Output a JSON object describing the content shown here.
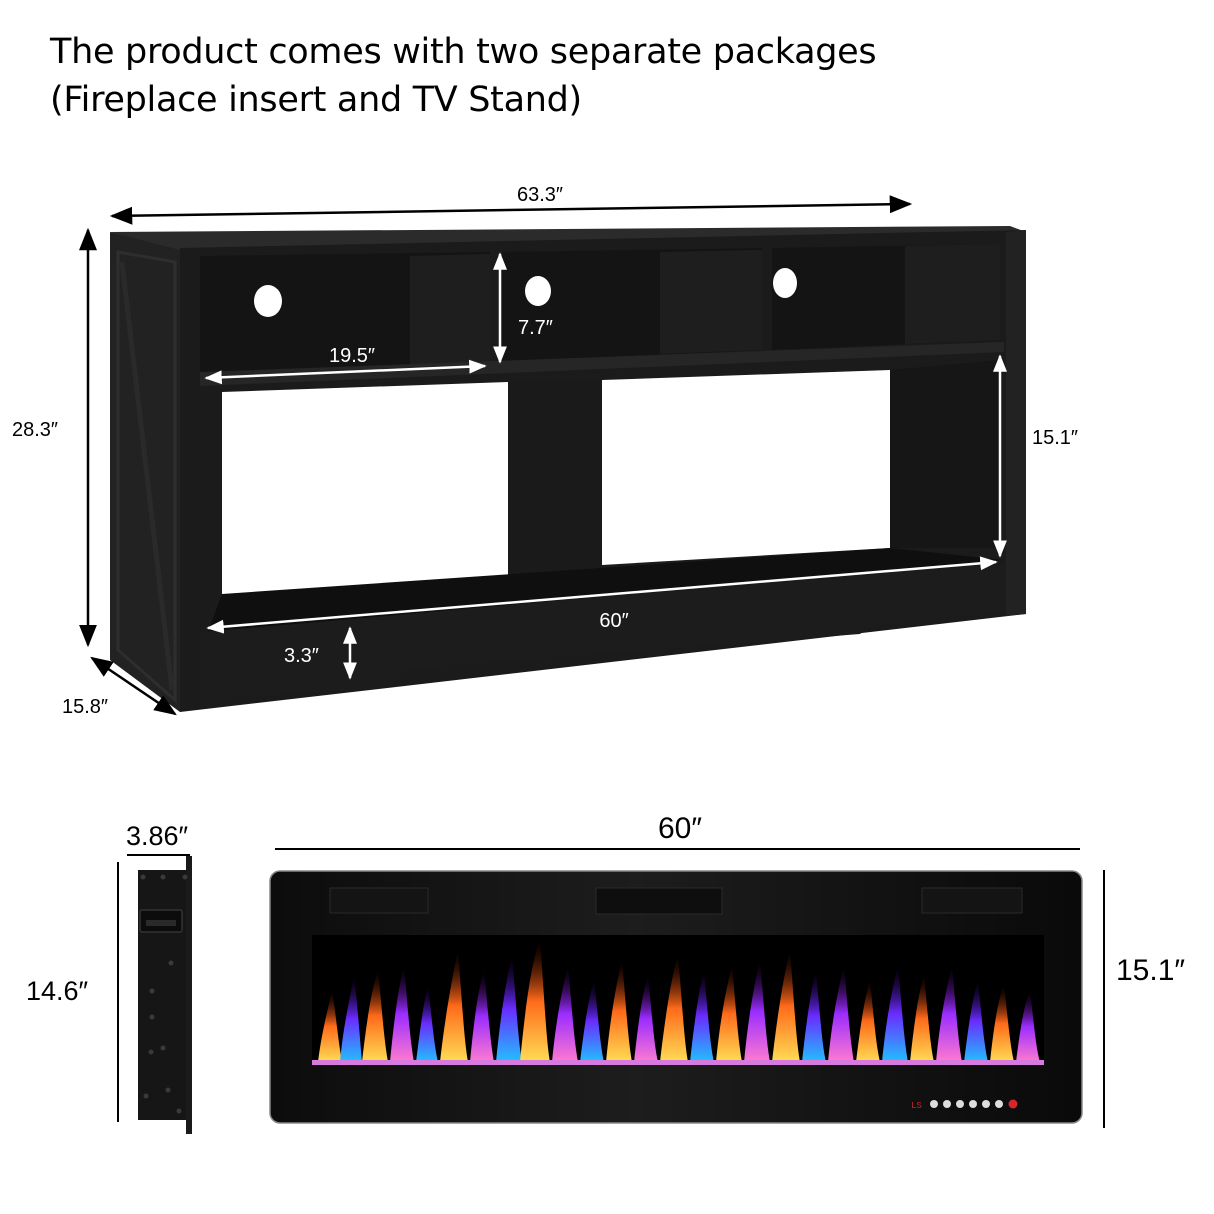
{
  "headline": {
    "line1": "The product comes with two separate packages",
    "line2": "(Fireplace insert and TV Stand)"
  },
  "tv_stand": {
    "name": "TV Stand",
    "color": "#1a1a1a",
    "dimensions": {
      "overall_width": "63.3″",
      "overall_height": "28.3″",
      "depth": "15.8″",
      "upper_compartment_width": "19.5″",
      "upper_compartment_height": "7.7″",
      "fireplace_opening_height": "15.1″",
      "fireplace_opening_width": "60″",
      "base_clearance": "3.3″"
    },
    "cable_holes": 3,
    "upper_compartments": 3
  },
  "fireplace_insert": {
    "name": "Fireplace insert",
    "dimensions": {
      "depth": "3.86″",
      "side_height": "14.6″",
      "width": "60″",
      "height": "15.1″"
    },
    "control_panel": {
      "display": "LS",
      "buttons": [
        "power-icon",
        "timer-icon",
        "up-icon",
        "down-icon",
        "flame-icon",
        "light-icon",
        "heat-icon"
      ]
    },
    "flame_colors": [
      "#ff6a1a",
      "#7a2cff",
      "#22a8ff",
      "#ffcc33",
      "#d26bff"
    ]
  }
}
